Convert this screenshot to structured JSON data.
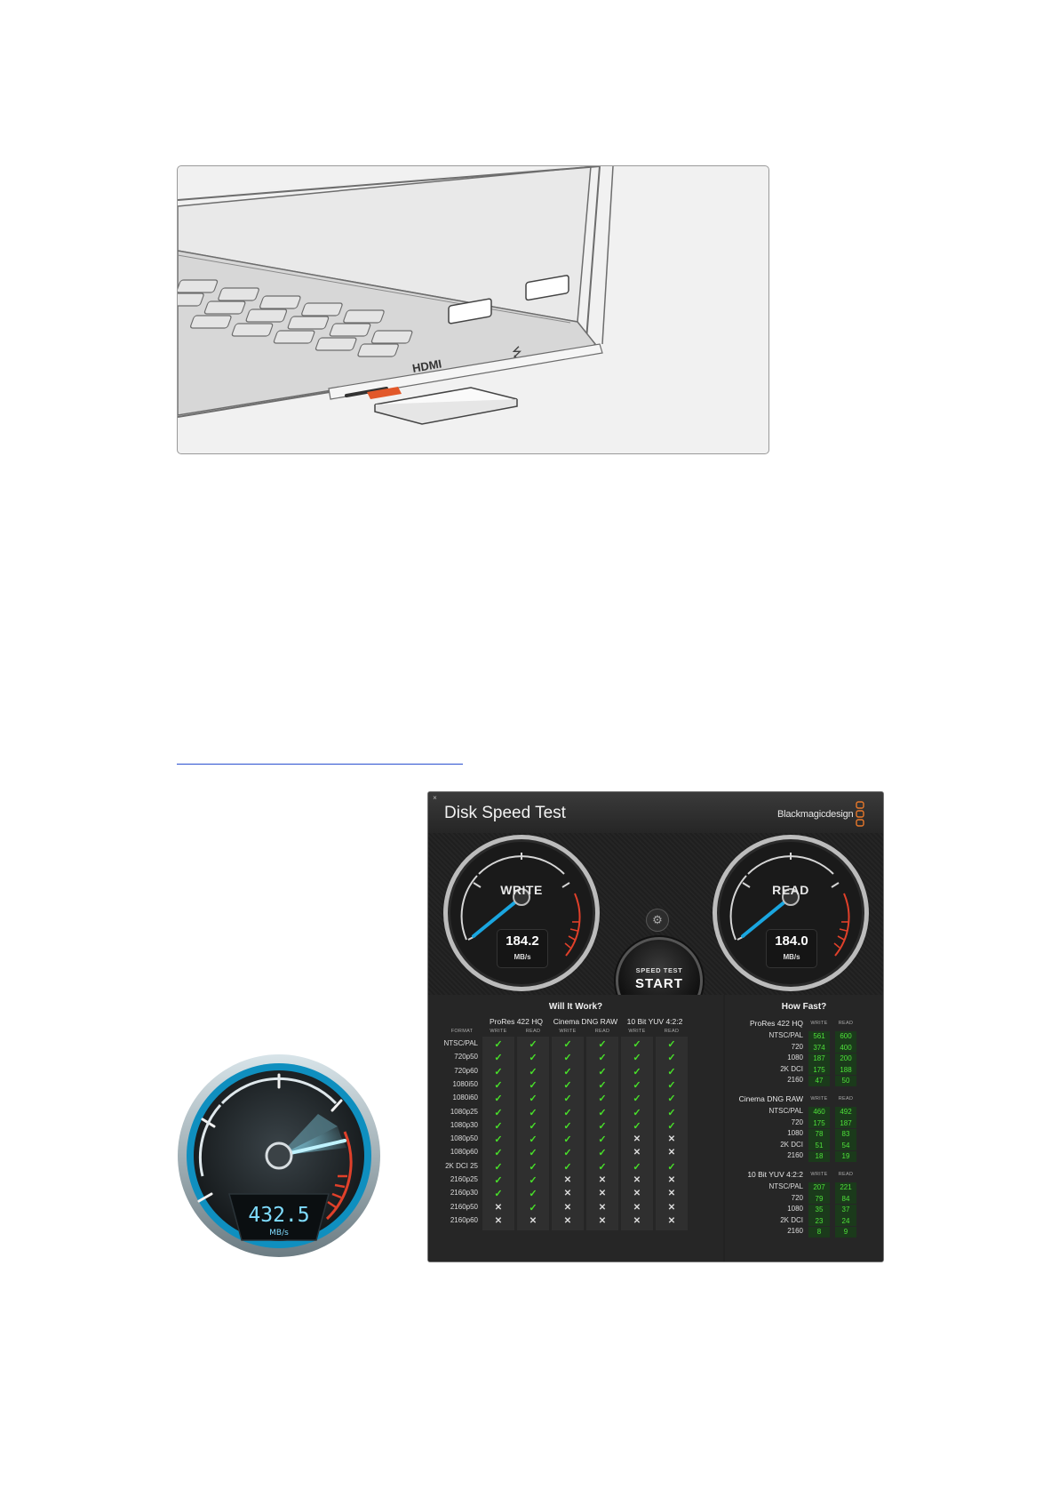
{
  "laptop_figure": {
    "port_label": "HDMI"
  },
  "speed_gauge": {
    "value": "432.5",
    "unit": "MB/s"
  },
  "disk_speed_test": {
    "title": "Disk Speed Test",
    "brand": "Blackmagicdesign",
    "close_glyph": "×",
    "write": {
      "label": "WRITE",
      "value": "184.2",
      "unit": "MB/s"
    },
    "read": {
      "label": "READ",
      "value": "184.0",
      "unit": "MB/s"
    },
    "start_button": {
      "small": "SPEED TEST",
      "big": "START"
    },
    "will_it_work": {
      "title": "Will It Work?",
      "format_header": "FORMAT",
      "groups": [
        "ProRes 422 HQ",
        "Cinema DNG RAW",
        "10 Bit YUV 4:2:2"
      ],
      "col_headers": [
        "WRITE",
        "READ",
        "WRITE",
        "READ",
        "WRITE",
        "READ"
      ],
      "rows": [
        {
          "format": "NTSC/PAL",
          "cells": [
            1,
            1,
            1,
            1,
            1,
            1
          ]
        },
        {
          "format": "720p50",
          "cells": [
            1,
            1,
            1,
            1,
            1,
            1
          ]
        },
        {
          "format": "720p60",
          "cells": [
            1,
            1,
            1,
            1,
            1,
            1
          ]
        },
        {
          "format": "1080i50",
          "cells": [
            1,
            1,
            1,
            1,
            1,
            1
          ]
        },
        {
          "format": "1080i60",
          "cells": [
            1,
            1,
            1,
            1,
            1,
            1
          ]
        },
        {
          "format": "1080p25",
          "cells": [
            1,
            1,
            1,
            1,
            1,
            1
          ]
        },
        {
          "format": "1080p30",
          "cells": [
            1,
            1,
            1,
            1,
            1,
            1
          ]
        },
        {
          "format": "1080p50",
          "cells": [
            1,
            1,
            1,
            1,
            0,
            0
          ]
        },
        {
          "format": "1080p60",
          "cells": [
            1,
            1,
            1,
            1,
            0,
            0
          ]
        },
        {
          "format": "2K DCI 25",
          "cells": [
            1,
            1,
            1,
            1,
            1,
            1
          ]
        },
        {
          "format": "2160p25",
          "cells": [
            1,
            1,
            0,
            0,
            0,
            0
          ]
        },
        {
          "format": "2160p30",
          "cells": [
            1,
            1,
            0,
            0,
            0,
            0
          ]
        },
        {
          "format": "2160p50",
          "cells": [
            0,
            1,
            0,
            0,
            0,
            0
          ]
        },
        {
          "format": "2160p60",
          "cells": [
            0,
            0,
            0,
            0,
            0,
            0
          ]
        }
      ]
    },
    "how_fast": {
      "title": "How Fast?",
      "col_headers": [
        "WRITE",
        "READ"
      ],
      "groups": [
        {
          "name": "ProRes 422 HQ",
          "rows": [
            {
              "format": "NTSC/PAL",
              "write": "561",
              "read": "600"
            },
            {
              "format": "720",
              "write": "374",
              "read": "400"
            },
            {
              "format": "1080",
              "write": "187",
              "read": "200"
            },
            {
              "format": "2K DCI",
              "write": "175",
              "read": "188"
            },
            {
              "format": "2160",
              "write": "47",
              "read": "50"
            }
          ]
        },
        {
          "name": "Cinema DNG RAW",
          "rows": [
            {
              "format": "NTSC/PAL",
              "write": "460",
              "read": "492"
            },
            {
              "format": "720",
              "write": "175",
              "read": "187"
            },
            {
              "format": "1080",
              "write": "78",
              "read": "83"
            },
            {
              "format": "2K DCI",
              "write": "51",
              "read": "54"
            },
            {
              "format": "2160",
              "write": "18",
              "read": "19"
            }
          ]
        },
        {
          "name": "10 Bit YUV 4:2:2",
          "rows": [
            {
              "format": "NTSC/PAL",
              "write": "207",
              "read": "221"
            },
            {
              "format": "720",
              "write": "79",
              "read": "84"
            },
            {
              "format": "1080",
              "write": "35",
              "read": "37"
            },
            {
              "format": "2K DCI",
              "write": "23",
              "read": "24"
            },
            {
              "format": "2160",
              "write": "8",
              "read": "9"
            }
          ]
        }
      ]
    }
  },
  "colors": {
    "accent_blue": "#1aa6e0",
    "ok_green": "#48e02a",
    "redline": "#e0402a",
    "sd_card_arrow": "#e2582a"
  }
}
